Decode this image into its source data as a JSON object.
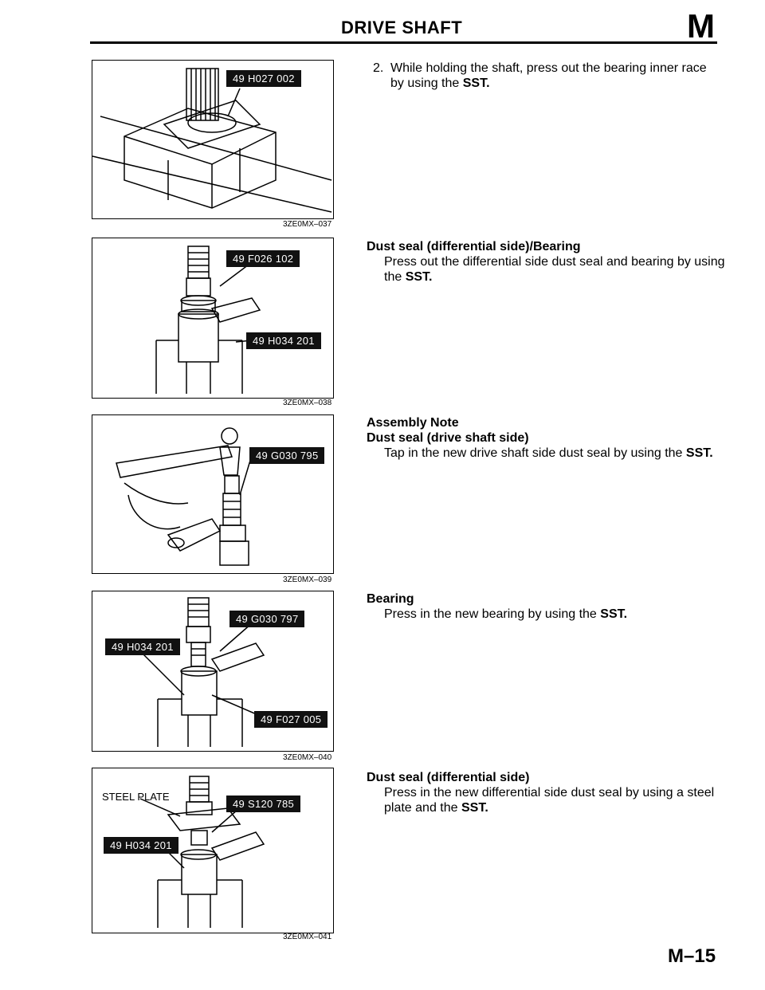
{
  "header": {
    "title": "DRIVE SHAFT",
    "section_letter": "M"
  },
  "figures": [
    {
      "code": "3ZE0MX–037",
      "callouts": [
        "49 H027 002"
      ]
    },
    {
      "code": "3ZE0MX–038",
      "callouts": [
        "49 F026 102",
        "49 H034 201"
      ]
    },
    {
      "code": "3ZE0MX–039",
      "callouts": [
        "49 G030 795"
      ]
    },
    {
      "code": "3ZE0MX–040",
      "callouts": [
        "49 G030 797",
        "49 H034 201",
        "49 F027 005"
      ]
    },
    {
      "code": "3ZE0MX–041",
      "callouts": [
        "49 S120 785",
        "49 H034 201"
      ],
      "label": "STEEL PLATE"
    }
  ],
  "sections": {
    "s1": {
      "number": "2.",
      "text": "While holding the shaft, press out the bearing inner race by using the",
      "sst": "SST."
    },
    "s2": {
      "heading": "Dust seal (differential side)/Bearing",
      "text": "Press out the differential side dust seal and bearing by using the",
      "sst": "SST."
    },
    "s3": {
      "heading1": "Assembly Note",
      "heading2": "Dust seal (drive shaft side)",
      "text": "Tap in the new drive shaft side dust seal by using the",
      "sst": "SST."
    },
    "s4": {
      "heading": "Bearing",
      "text": "Press in the new bearing by using the",
      "sst": "SST."
    },
    "s5": {
      "heading": "Dust seal (differential side)",
      "text": "Press in the new differential side dust seal by using a steel plate and the",
      "sst": "SST."
    }
  },
  "footer": {
    "page_number": "M–15"
  }
}
